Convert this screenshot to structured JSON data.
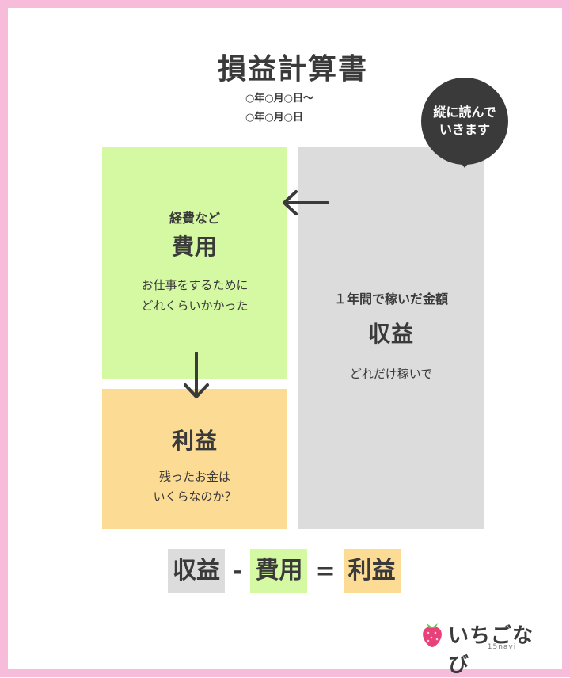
{
  "title": "損益計算書",
  "period": {
    "line1": "○年○月○日〜",
    "line2": "○年○月○日"
  },
  "bubble": {
    "line1": "縦に読んで",
    "line2": "いきます"
  },
  "expense": {
    "small": "経費など",
    "big": "費用",
    "desc1": "お仕事をするために",
    "desc2": "どれくらいかかった"
  },
  "profit": {
    "big": "利益",
    "desc1": "残ったお金は",
    "desc2": "いくらなのか？"
  },
  "revenue": {
    "small": "１年間で稼いだ金額",
    "big": "収益",
    "desc1": "どれだけ稼いで"
  },
  "formula": {
    "revenue": "収益",
    "minus": "-",
    "expense": "費用",
    "equals": "=",
    "profit": "利益"
  },
  "logo": {
    "text": "いちごなび",
    "sub": "15navi",
    "icon": "strawberry-icon"
  },
  "colors": {
    "border": "#f7bcd9",
    "expense": "#d5f9a3",
    "profit": "#fcdb95",
    "revenue": "#dcdcdc",
    "dark": "#3a3a3a",
    "strawberry": "#e8417a"
  }
}
